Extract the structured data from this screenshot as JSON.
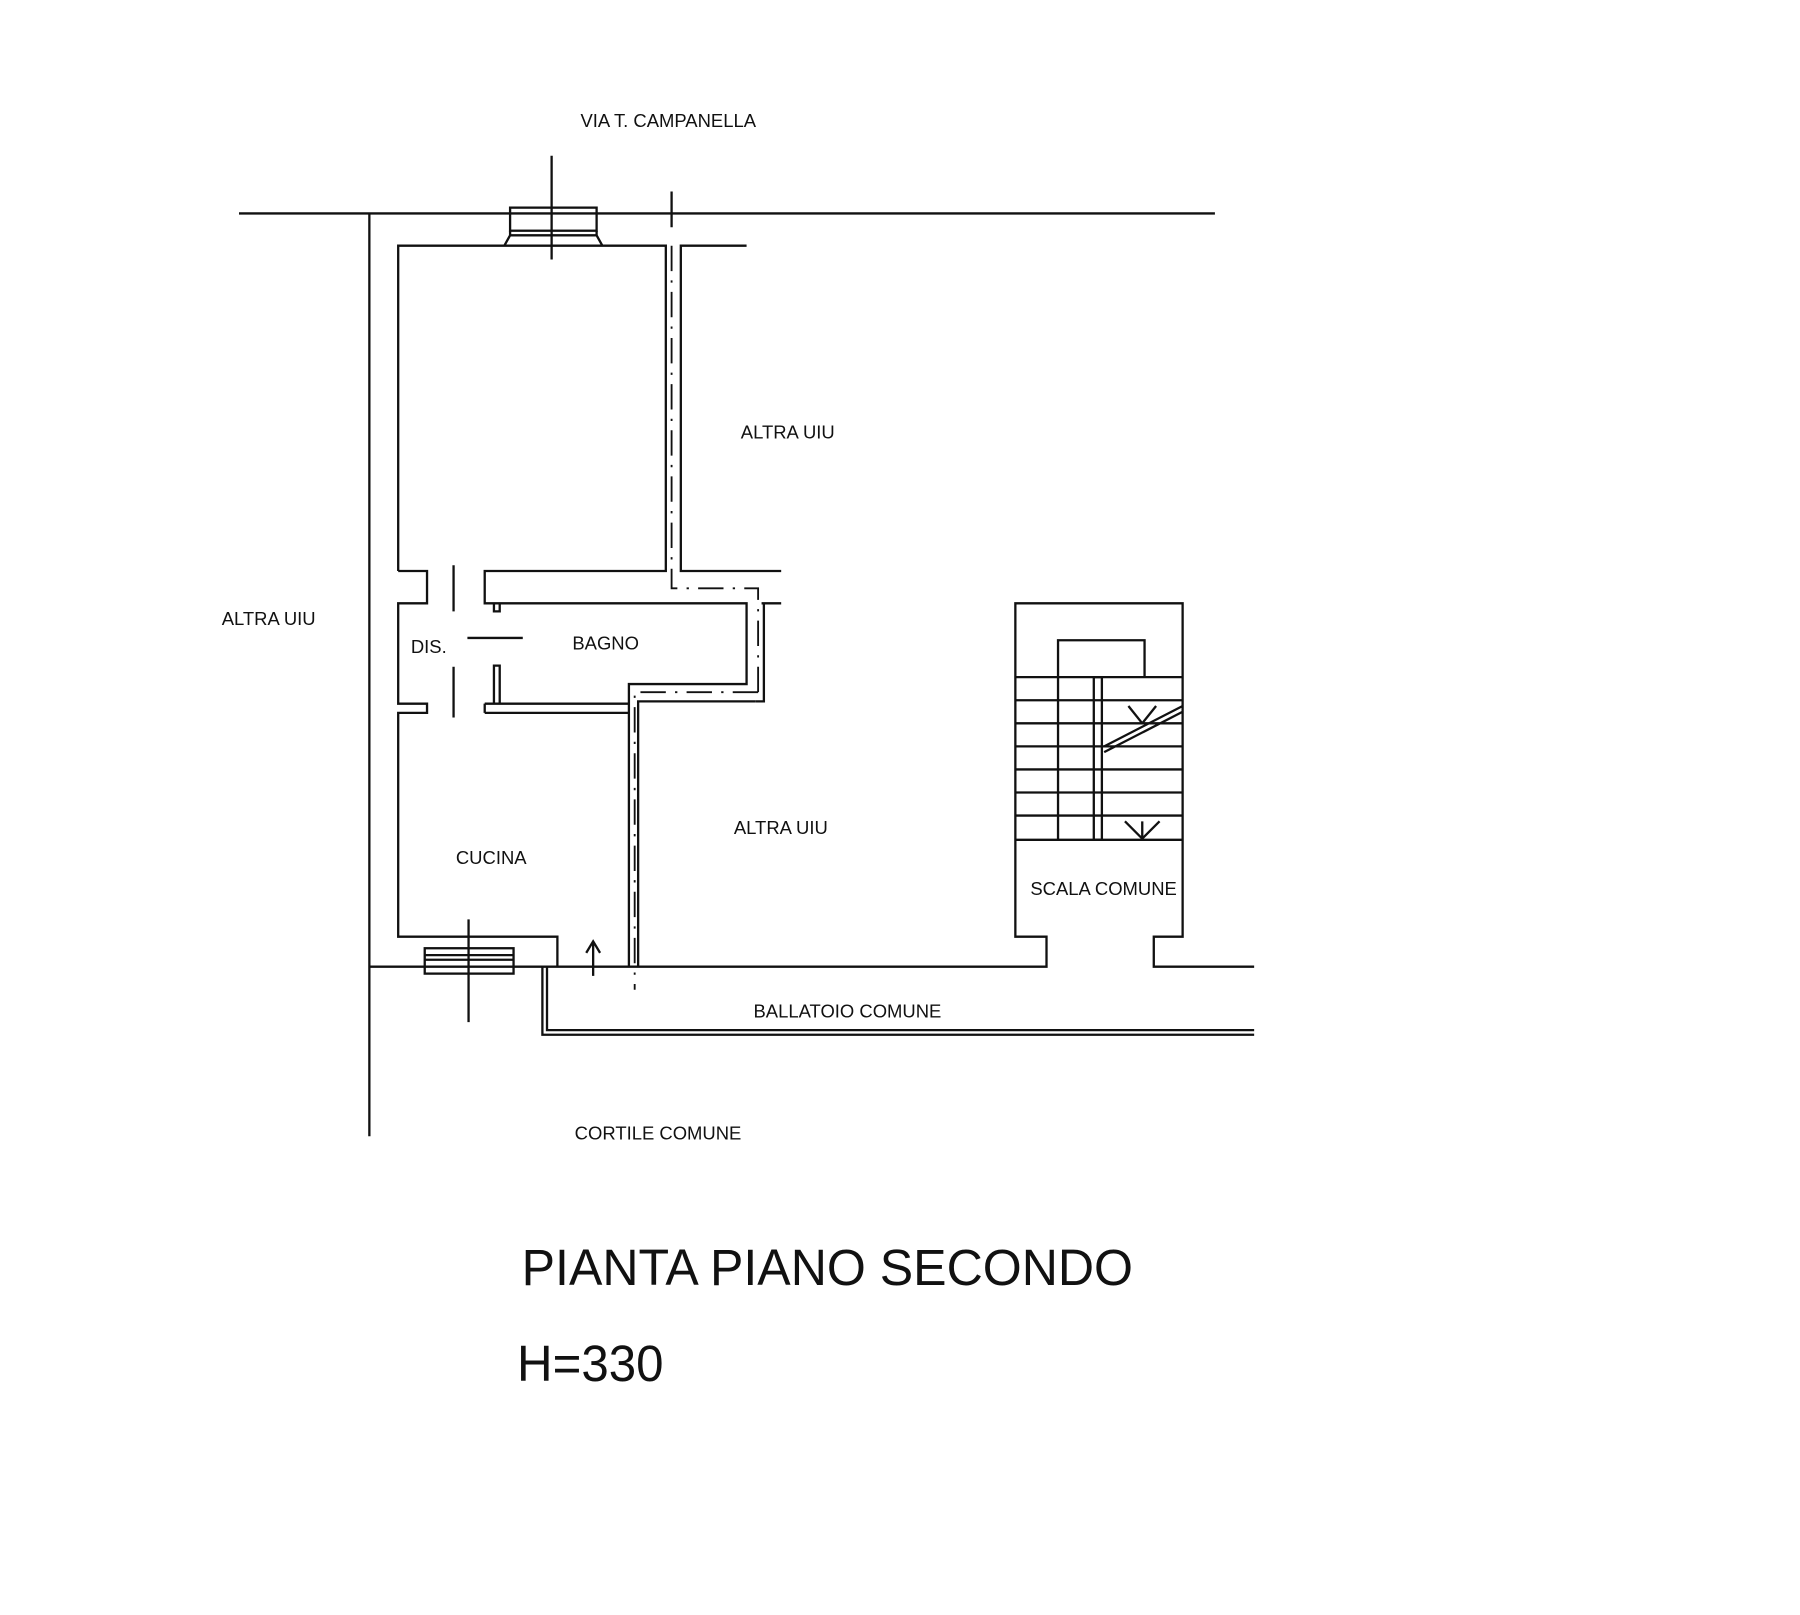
{
  "labels": {
    "street": "VIA T. CAMPANELLA",
    "other_unit_top": "ALTRA UIU",
    "other_unit_left": "ALTRA UIU",
    "other_unit_middle": "ALTRA UIU",
    "hallway": "DIS.",
    "bathroom": "BAGNO",
    "kitchen": "CUCINA",
    "common_stair": "SCALA COMUNE",
    "common_balcony": "BALLATOIO COMUNE",
    "common_courtyard": "CORTILE COMUNE"
  },
  "title": "PIANTA PIANO SECONDO",
  "height_note": "H=330"
}
